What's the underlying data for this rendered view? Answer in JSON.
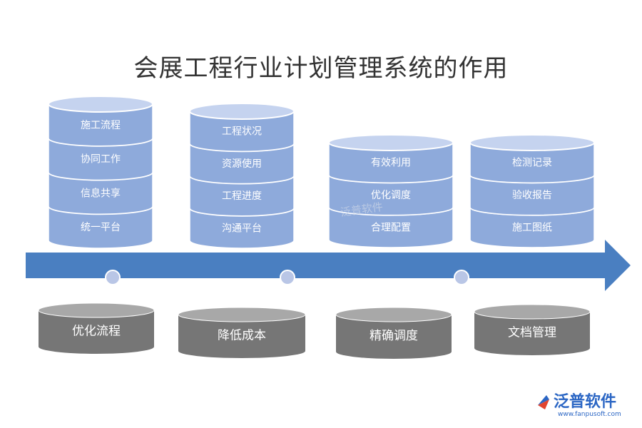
{
  "title": "会展工程行业计划管理系统的作用",
  "colors": {
    "stack_fill": "#8eaadb",
    "stack_top": "#c5d3ef",
    "stack_stroke": "#ffffff",
    "arrow": "#4a7fc1",
    "dot": "#b9c6e6",
    "bottom_fill": "#767676",
    "bottom_top": "#a8a8a8",
    "logo_blue": "#2b66c4"
  },
  "stacks": [
    {
      "layers": [
        "施工流程",
        "协同工作",
        "信息共享",
        "统一平台"
      ],
      "base": "优化流程"
    },
    {
      "layers": [
        "工程状况",
        "资源使用",
        "工程进度",
        "沟通平台"
      ],
      "base": "降低成本"
    },
    {
      "layers": [
        "有效利用",
        "优化调度",
        "合理配置"
      ],
      "base": "精确调度"
    },
    {
      "layers": [
        "检测记录",
        "验收报告",
        "施工图纸"
      ],
      "base": "文档管理"
    }
  ],
  "watermark": "泛普软件",
  "logo": {
    "name": "泛普软件",
    "url": "www.fanpusoft.com",
    "icon": "fanpu-logo-icon"
  }
}
